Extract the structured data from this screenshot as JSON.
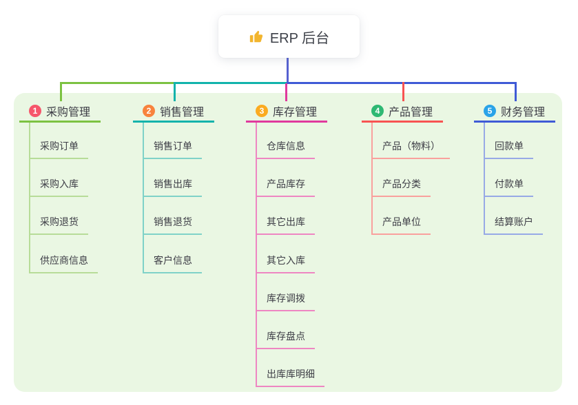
{
  "root": {
    "label": "ERP 后台",
    "icon": "thumbs-up"
  },
  "colors": {
    "background": "#ffffff",
    "panel_bg": "#eaf7e3",
    "text": "#3d3d46",
    "root_line": "#5661d1"
  },
  "branches": [
    {
      "number": "1",
      "label": "采购管理",
      "badge_color": "#f6566b",
      "line_color": "#7cc242",
      "child_line_color": "#b7dc98",
      "children": [
        "采购订单",
        "采购入库",
        "采购退货",
        "供应商信息"
      ]
    },
    {
      "number": "2",
      "label": "销售管理",
      "badge_color": "#f8833d",
      "line_color": "#12b3ab",
      "child_line_color": "#7fd2c8",
      "children": [
        "销售订单",
        "销售出库",
        "销售退货",
        "客户信息"
      ]
    },
    {
      "number": "3",
      "label": "库存管理",
      "badge_color": "#fbab20",
      "line_color": "#e0399d",
      "child_line_color": "#ee86c2",
      "children": [
        "仓库信息",
        "产品库存",
        "其它出库",
        "其它入库",
        "库存调拨",
        "库存盘点",
        "出库库明细"
      ]
    },
    {
      "number": "4",
      "label": "产品管理",
      "badge_color": "#2eb873",
      "line_color": "#f85352",
      "child_line_color": "#f9a09d",
      "children": [
        "产品（物料）",
        "产品分类",
        "产品单位"
      ]
    },
    {
      "number": "5",
      "label": "财务管理",
      "badge_color": "#2aa3e8",
      "line_color": "#3f5ad6",
      "child_line_color": "#97a9e6",
      "children": [
        "回款单",
        "付款单",
        "结算账户"
      ]
    }
  ]
}
